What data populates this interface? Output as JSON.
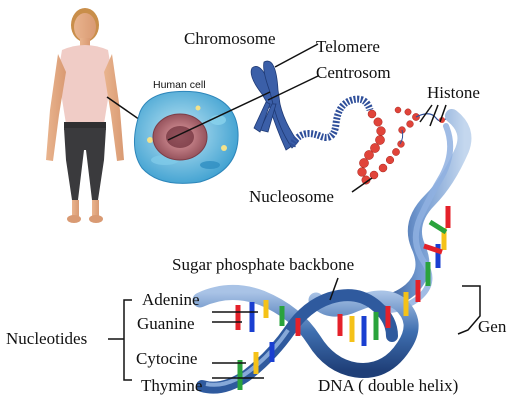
{
  "labels": {
    "human_cell": "Human cell",
    "chromosome": "Chromosome",
    "telomere": "Telomere",
    "centrosom": "Centrosom",
    "histone": "Histone",
    "nucleosome": "Nucleosome",
    "sugar_phosphate_backbone": "Sugar phosphate backbone",
    "gen": "Gen",
    "nucleotides": "Nucleotides",
    "adenine": "Adenine",
    "guanine": "Guanine",
    "cytocine": "Cytocine",
    "thymine": "Thymine",
    "dna": "DNA ( double helix)"
  },
  "colors": {
    "backbone": "#3f6fb0",
    "backbone_light": "#a9c3e6",
    "chromosome": "#3b5fa8",
    "nucleosome": "#e0443a",
    "adenine": "#e4212a",
    "guanine": "#1a3fd1",
    "cytosine": "#f5c218",
    "thymine": "#2aa33c",
    "cell": "#5fb7dc",
    "nucleus": "#b86c72"
  }
}
